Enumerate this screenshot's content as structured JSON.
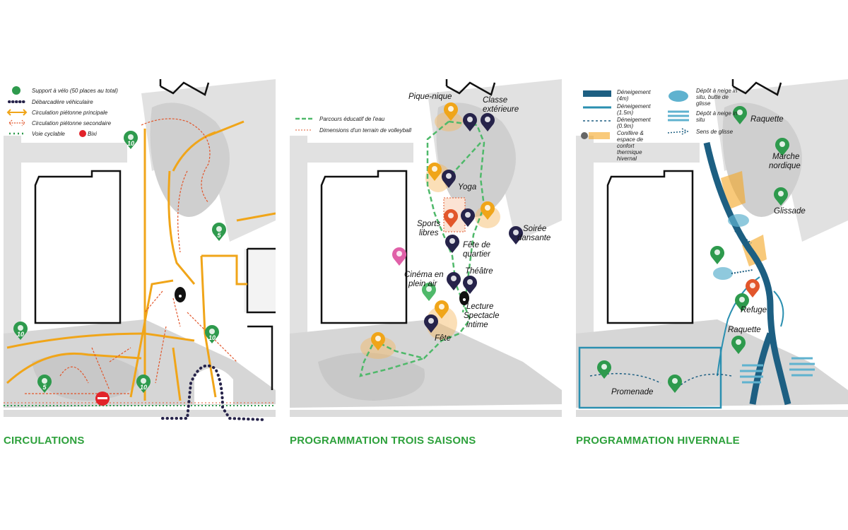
{
  "panels": [
    {
      "title": "CIRCULATIONS",
      "legend": [
        {
          "label": "Support à vélo (50 places au total)",
          "icon": "bike-pin-icon"
        },
        {
          "label": "Débarcadère véhiculaire",
          "icon": "dotted-line-icon"
        },
        {
          "label": "Circulation piétonne principale",
          "icon": "pedestrian-main-icon"
        },
        {
          "label": "Circulation piétonne secondaire",
          "icon": "pedestrian-secondary-icon"
        },
        {
          "label": "Voie cyclable",
          "icon": "bike-lane-icon"
        },
        {
          "label": "Bixi",
          "icon": "bixi-icon"
        }
      ],
      "bike_racks": [
        "10",
        "5",
        "10",
        "5",
        "10",
        "10"
      ]
    },
    {
      "title": "PROGRAMMATION TROIS SAISONS",
      "legend": [
        {
          "label": "Parcours éducatif de l'eau",
          "icon": "green-dashed-line-icon"
        },
        {
          "label": "Dimensions d'un terrain de volleyball",
          "icon": "orange-dashed-line-icon"
        }
      ],
      "labels": {
        "picnic": "Pique-nique",
        "class1": "Classe",
        "class2": "extérieure",
        "yoga": "Yoga",
        "sports1": "Sports",
        "sports2": "libres",
        "dance1": "Soirée",
        "dance2": "dansante",
        "fete_q1": "Fête de",
        "fete_q2": "quartier",
        "cinema1": "Cinéma en",
        "cinema2": "plein air",
        "theatre": "Théâtre",
        "lecture": "Lecture",
        "spectacle1": "Spectacle",
        "spectacle2": "intime",
        "fete": "Fête"
      }
    },
    {
      "title": "PROGRAMMATION HIVERNALE",
      "legend": [
        {
          "label": "Déneigement (4m)"
        },
        {
          "label": "Déneigement (1.5m)"
        },
        {
          "label": "Déneigement (0.9m)"
        },
        {
          "label": "Conifère & espace de confort thermique hivernal"
        },
        {
          "label": "Dépôt à neige in situ, butte de glisse"
        },
        {
          "label": "Dépôt à neige in situ"
        },
        {
          "label": "Sens de glisse"
        }
      ],
      "labels": {
        "raquette1": "Raquette",
        "marche1": "Marche",
        "marche2": "nordique",
        "glissade": "Glissade",
        "refuge": "Refuge",
        "raquette2": "Raquette",
        "promenade": "Promenade"
      }
    }
  ],
  "colors": {
    "title": "#2ea13c",
    "orange": "#f0a519",
    "red": "#e2562b",
    "green": "#2e9a4d",
    "navy": "#26234a",
    "blue": "#1d5f82"
  }
}
